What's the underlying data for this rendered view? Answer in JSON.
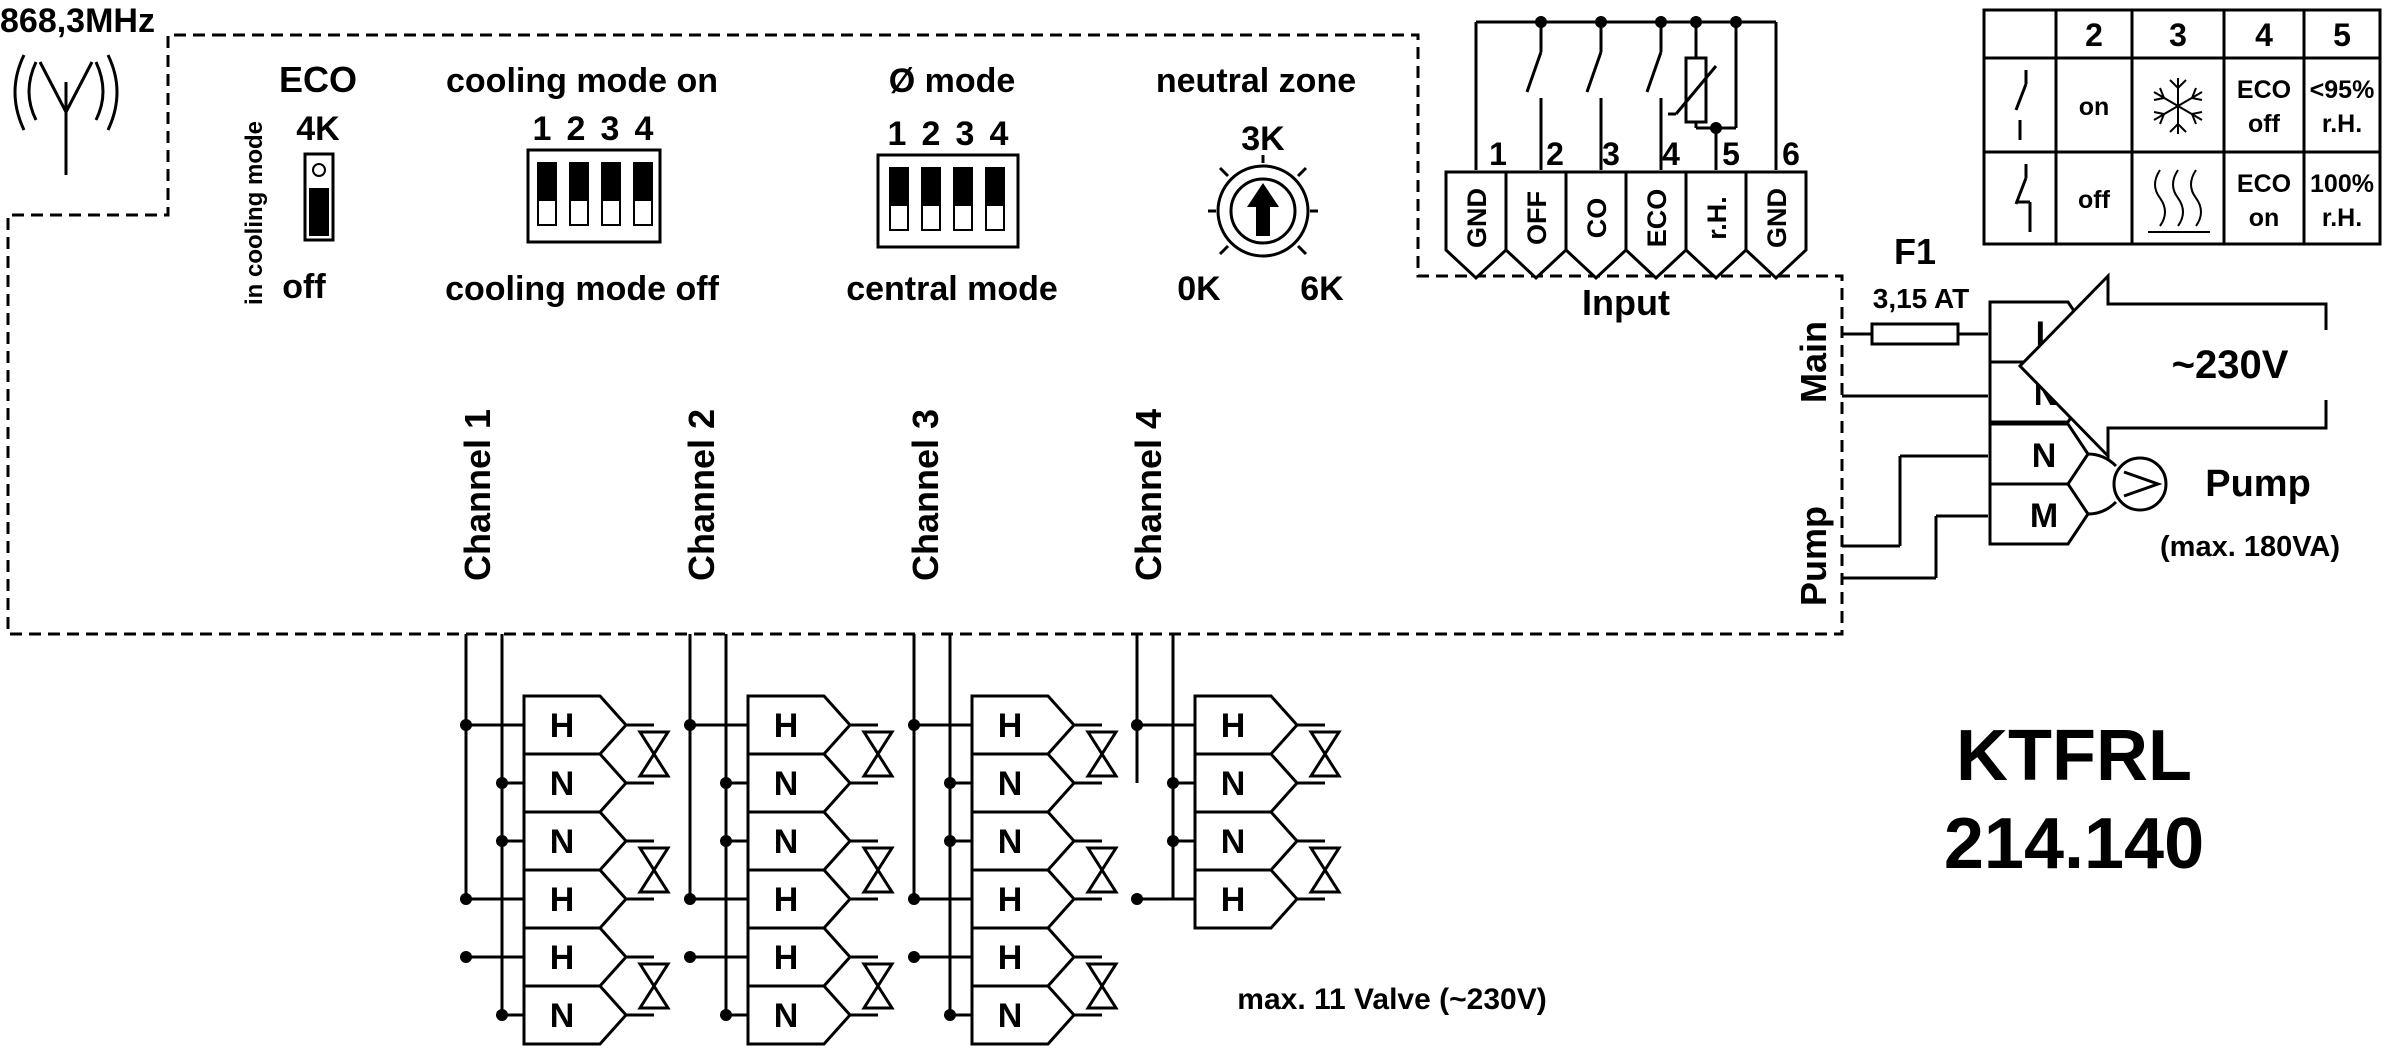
{
  "antenna": {
    "label": "868,3MHz"
  },
  "eco": {
    "title": "ECO",
    "value": "4K",
    "off": "off",
    "side": "in cooling mode"
  },
  "cooling": {
    "on": "cooling mode on",
    "off": "cooling mode off",
    "nums": [
      "1",
      "2",
      "3",
      "4"
    ]
  },
  "diameter": {
    "on": "Ø mode",
    "off": "central mode",
    "nums": [
      "1",
      "2",
      "3",
      "4"
    ]
  },
  "neutral": {
    "title": "neutral zone",
    "mid": "3K",
    "min": "0K",
    "max": "6K"
  },
  "input": {
    "label": "Input",
    "numbers": [
      "1",
      "2",
      "3",
      "4",
      "5",
      "6"
    ],
    "terminals": [
      "GND",
      "OFF",
      "CO",
      "ECO",
      "r.H.",
      "GND"
    ]
  },
  "fuse": {
    "label": "F1",
    "rating": "3,15 AT"
  },
  "mains": {
    "side": "Main",
    "terminals": [
      "L",
      "N"
    ],
    "voltage": "~230V"
  },
  "pump": {
    "side": "Pump",
    "terminals": [
      "N",
      "M"
    ],
    "label": "Pump",
    "max": "(max. 180VA)"
  },
  "table": {
    "headers": [
      "2",
      "3",
      "4",
      "5"
    ],
    "rows": [
      {
        "state": "on",
        "mode_icon": "snowflake-icon",
        "eco": [
          "ECO",
          "off"
        ],
        "rh": [
          "<95%",
          "r.H."
        ]
      },
      {
        "state": "off",
        "mode_icon": "heat-waves-icon",
        "eco": [
          "ECO",
          "on"
        ],
        "rh": [
          "100%",
          "r.H."
        ]
      }
    ]
  },
  "channels": [
    {
      "label": "Channel 1",
      "terminals": [
        "H",
        "N",
        "N",
        "H",
        "H",
        "N"
      ]
    },
    {
      "label": "Channel 2",
      "terminals": [
        "H",
        "N",
        "N",
        "H",
        "H",
        "N"
      ]
    },
    {
      "label": "Channel 3",
      "terminals": [
        "H",
        "N",
        "N",
        "H",
        "H",
        "N"
      ]
    },
    {
      "label": "Channel 4",
      "terminals": [
        "H",
        "N",
        "N",
        "H"
      ]
    }
  ],
  "valve_note": "max. 11 Valve (~230V)",
  "model": {
    "line1": "KTFRL",
    "line2": "214.140"
  }
}
